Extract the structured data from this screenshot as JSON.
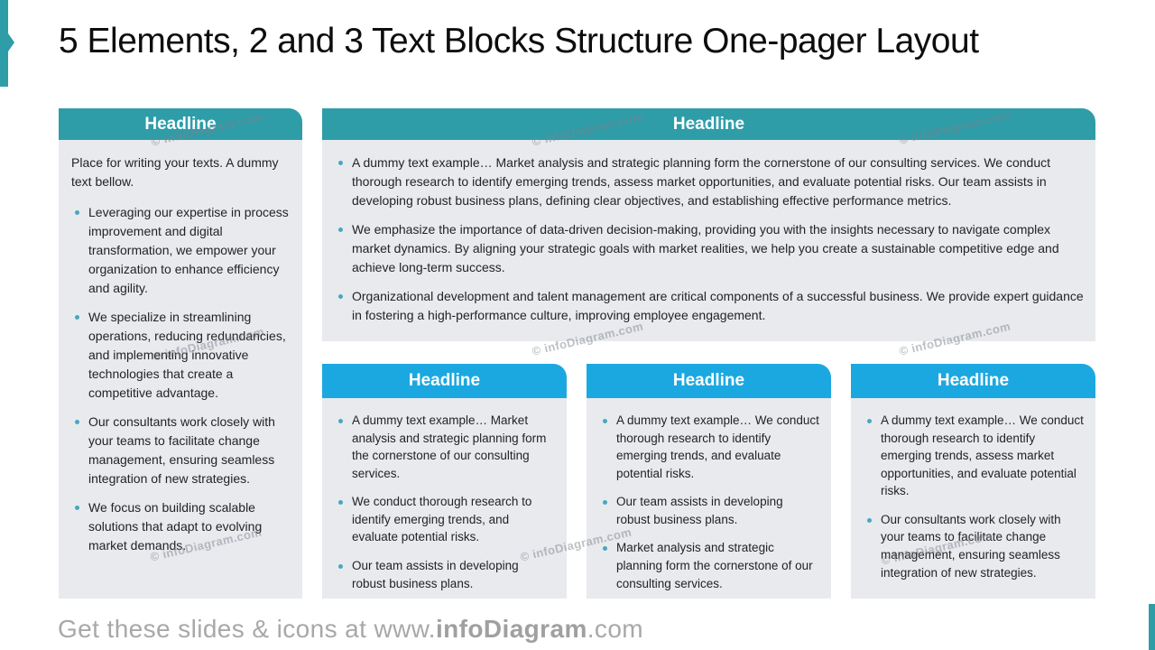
{
  "slide": {
    "title": "5 Elements, 2 and 3 Text Blocks Structure One-pager Layout",
    "watermark": "© infoDiagram.com",
    "footer": {
      "prefix": "Get these slides & icons at www.",
      "brand": "infoDiagram",
      "suffix": ".com"
    },
    "colors": {
      "teal_accent": "#2E9DA8",
      "blue_header": "#1BA8E0",
      "panel_background": "#E8EAEE",
      "bullet_dot": "#47A7C2",
      "footer_text": "#A8A8A8"
    }
  },
  "panels": {
    "left": {
      "headline": "Headline",
      "intro": "Place for writing your texts. A dummy text bellow.",
      "bullets": [
        "Leveraging our expertise in process improvement and digital transformation, we empower your organization to enhance efficiency and agility.",
        "We specialize in streamlining operations, reducing redundancies, and implementing innovative technologies that create a competitive advantage.",
        "Our consultants work closely with your teams to facilitate change management, ensuring seamless integration of new strategies.",
        "We focus on building scalable solutions that adapt to evolving market demands."
      ]
    },
    "top": {
      "headline": "Headline",
      "bullets": [
        "A dummy text example… Market analysis and strategic planning form the cornerstone of our consulting services. We conduct thorough research to identify emerging trends, assess market opportunities, and evaluate potential risks. Our team assists in developing robust business plans, defining clear objectives, and establishing effective performance metrics.",
        "We emphasize the importance of data-driven decision-making, providing you with the insights necessary to navigate complex market dynamics. By aligning your strategic goals with market realities, we help you create a sustainable competitive edge and achieve long-term success.",
        "Organizational development and talent management are critical components of a successful business. We provide expert guidance in fostering a high-performance culture, improving employee engagement."
      ]
    },
    "bottom1": {
      "headline": "Headline",
      "bullets": [
        "A dummy text example… Market analysis and strategic planning form the cornerstone of our consulting services.",
        "We conduct thorough research to identify emerging trends, and evaluate potential risks.",
        "Our team assists in developing robust business plans."
      ]
    },
    "bottom2": {
      "headline": "Headline",
      "bullets": [
        "A dummy text example… We conduct thorough research to identify emerging trends, and evaluate potential risks.",
        "Our team assists in developing robust business plans.",
        "Market analysis and strategic planning form the cornerstone of our consulting services."
      ]
    },
    "bottom3": {
      "headline": "Headline",
      "bullets": [
        "A dummy text example… We conduct thorough research to identify emerging trends, assess market opportunities, and evaluate potential risks.",
        "Our consultants work closely with your teams to facilitate change management, ensuring seamless integration of new strategies."
      ]
    }
  }
}
